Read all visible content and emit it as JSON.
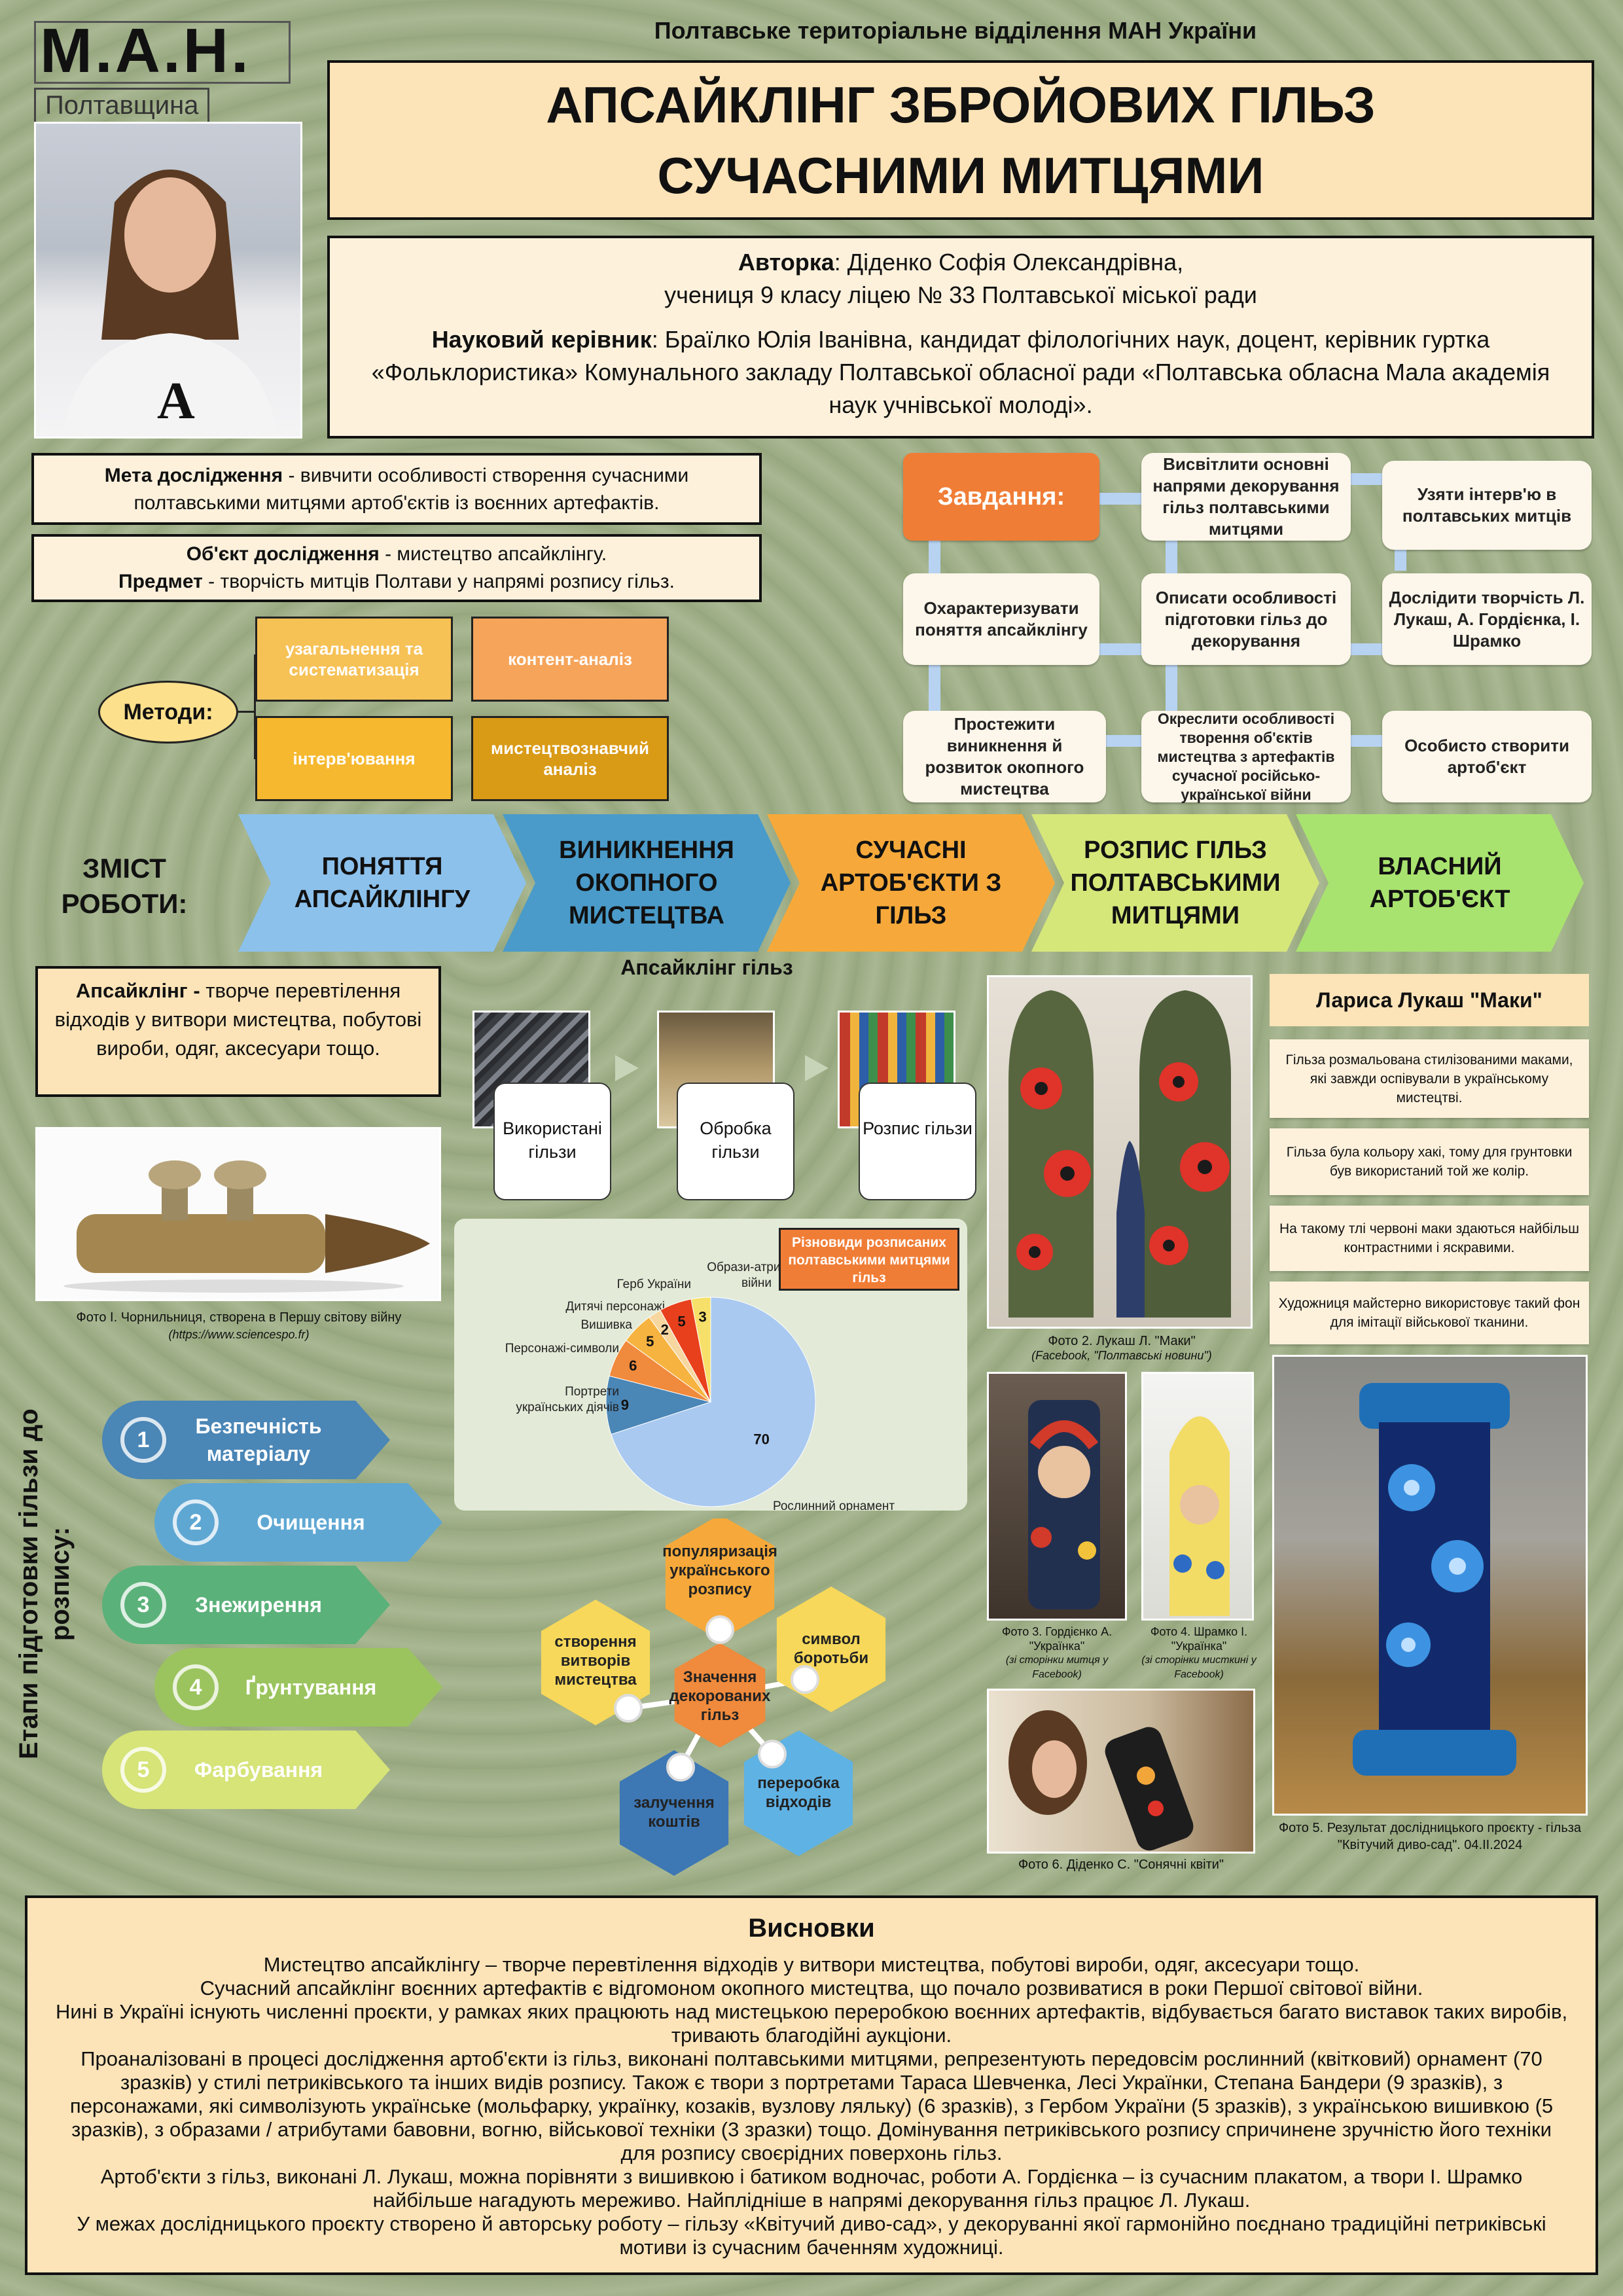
{
  "header": {
    "org": "Полтавське територіальне відділення МАН України",
    "logo_text": "М.А.Н.",
    "logo_sub": "Полтавщина",
    "title_line1": "АПСАЙКЛІНГ ЗБРОЙОВИХ ГІЛЬЗ",
    "title_line2": "СУЧАСНИМИ МИТЦЯМИ"
  },
  "author": {
    "label": "Авторка",
    "name": ": Діденко Софія Олександрівна,",
    "school": "учениця 9 класу ліцею № 33 Полтавської міської ради",
    "supervisor_label": "Науковий керівник",
    "supervisor": ": Браїлко Юлія Іванівна, кандидат філологічних наук, доцент, керівник гуртка «Фольклористика» Комунального закладу Полтавської обласної ради «Полтавська обласна Мала академія наук учнівської молоді»."
  },
  "goal": {
    "label": "Мета дослідження",
    "text": " - вивчити особливості  створення сучасними полтавськими митцями артоб'єктів із воєнних артефактів."
  },
  "object": {
    "label": "Об'єкт дослідження",
    "text": " - мистецтво апсайклінгу.",
    "subject_label": "Предмет",
    "subject_text": " -  творчість митців Полтави у напрямі розпису гільз."
  },
  "methods": {
    "label": "Методи:",
    "items": [
      "узагальнення та систематизація",
      "контент-аналіз",
      "інтерв'ювання",
      "мистецтвознавчий аналіз"
    ]
  },
  "tasks": {
    "label": "Завдання:",
    "items": [
      "Висвітлити основні напрями декорування гільз полтавськими митцями",
      "Узяти інтерв'ю в полтавських митців",
      "Охарактеризувати поняття апсайклінгу",
      "Описати особливості підготовки гільз до декорування",
      "Дослідити творчість Л. Лукаш, А. Гордієнка, І. Шрамко",
      "Простежити виникнення й розвиток окопного мистецтва",
      "Окреслити особливості творення об'єктів мистецтва з артефактів сучасної російсько-української війни",
      "Особисто створити артоб'єкт"
    ]
  },
  "content": {
    "label": "ЗМІСТ РОБОТИ:",
    "items": [
      "ПОНЯТТЯ АПСАЙКЛІНГУ",
      "ВИНИКНЕННЯ ОКОПНОГО МИСТЕЦТВА",
      "СУЧАСНІ АРТОБ'ЄКТИ З ГІЛЬЗ",
      "РОЗПИС ГІЛЬЗ ПОЛТАВСЬКИМИ МИТЦЯМИ",
      "ВЛАСНИЙ АРТОБ'ЄКТ"
    ],
    "colors": [
      "#8cc1ec",
      "#4a9bc9",
      "#f6a93a",
      "#d6e77a",
      "#a9e36f"
    ]
  },
  "definition": {
    "label": "Апсайклінг -",
    "text": " творче перевтілення відходів у витвори мистецтва, побутові вироби, одяг, аксесуари тощо."
  },
  "process": {
    "title": "Апсайклінг гільз",
    "steps": [
      "Використані гільзи",
      "Обробка гільзи",
      "Розпис гільзи"
    ]
  },
  "photo1": {
    "caption": "Фото І. Чорнильниця, створена в Першу світову війну",
    "source": "(https://www.sciencespo.fr)"
  },
  "stages": {
    "label": "Етапи підготовки гільзи до розпису:",
    "items": [
      {
        "num": "1",
        "label": "Безпечність матеріалу",
        "color": "#4a86b6"
      },
      {
        "num": "2",
        "label": "Очищення",
        "color": "#5fa7d3"
      },
      {
        "num": "3",
        "label": "Знежирення",
        "color": "#5bb17a"
      },
      {
        "num": "4",
        "label": "Ґрунтування",
        "color": "#9bc45e"
      },
      {
        "num": "5",
        "label": "Фарбування",
        "color": "#d6e478"
      }
    ]
  },
  "chart_data": {
    "type": "pie",
    "title": "Різновиди розписаних полтавськими митцями гільз",
    "slices": [
      {
        "label": "Рослинний орнамент",
        "value": 70,
        "color": "#a9c9f0"
      },
      {
        "label": "Портрети українських діячів",
        "value": 9,
        "color": "#4a86b6"
      },
      {
        "label": "Персонажі-символи",
        "value": 6,
        "color": "#f08a3c"
      },
      {
        "label": "Вишивка",
        "value": 5,
        "color": "#f6b340"
      },
      {
        "label": "Дитячі персонажі",
        "value": 2,
        "color": "#f6d7a0"
      },
      {
        "label": "Герб України",
        "value": 5,
        "color": "#e8401c"
      },
      {
        "label": "Образи-атрибути війни",
        "value": 3,
        "color": "#f7e06a"
      }
    ]
  },
  "values_diagram": {
    "center": "Значення декорованих гільз",
    "items": [
      "популяризація українського розпису",
      "символ боротьби",
      "переробка відходів",
      "залучення коштів",
      "створення витворів мистецтва"
    ]
  },
  "lukash": {
    "title": "Лариса Лукаш \"Маки\"",
    "notes": [
      "Гільза розмальована стилізованими маками, які завжди оспівували в українському мистецтві.",
      "Гільза була кольору хакі, тому для грунтовки був використаний той же колір.",
      "На такому тлі червоні маки здаються найбільш контрастними і яскравими.",
      "Художниця майстерно використовує такий фон для імітації військової тканини."
    ]
  },
  "photos": {
    "p2": "Фото 2.  Лукаш Л. \"Маки\"",
    "p2src": "(Facebook, \"Полтавські новини\")",
    "p3": "Фото 3. Гордієнко А. \"Українка\"",
    "p3src": "(зі сторінки митця у Facebook)",
    "p4": "Фото 4.  Шрамко І. \"Українка\"",
    "p4src": "(зі сторінки мисткині у Facebook)",
    "p5": "Фото 5. Результат дослідницького проєкту - гільза \"Квітучий диво-сад\". 04.ІІ.2024",
    "p6": "Фото 6. Діденко С. \"Сонячні квіти\""
  },
  "conclusions": {
    "title": "Висновки",
    "paragraphs": [
      "Мистецтво апсайклінгу – творче перевтілення відходів у витвори мистецтва, побутові вироби, одяг, аксесуари тощо.",
      "Сучасний апсайклінг воєнних артефактів є відгомоном окопного мистецтва, що почало розвиватися в роки Першої світової війни.",
      "Нині в Україні існують численні проєкти, у рамках яких працюють над мистецькою переробкою воєнних артефактів, відбувається багато виставок таких виробів, тривають благодійні аукціони.",
      "Проаналізовані в процесі дослідження артоб'єкти із гільз, виконані полтавськими митцями, репрезентують передовсім рослинний (квітковий) орнамент (70 зразків) у стилі петриківського та інших видів розпису. Також є твори з портретами Тараса Шевченка, Лесі Українки, Степана Бандери (9 зразків), з персонажами, які символізують українське (мольфарку, українку, козаків, вузлову ляльку) (6 зразків), з Гербом України (5 зразків), з українською вишивкою (5 зразків), з образами / атрибутами бавовни, вогню, військової техніки (3 зразки) тощо. Домінування петриківського розпису спричинене зручністю його техніки для розпису своєрідних поверхонь гільз.",
      "Артоб'єкти з гільз, виконані Л. Лукаш, можна порівняти з вишивкою і батиком водночас, роботи А. Гордієнка – із сучасним плакатом, а твори І. Шрамко найбільше нагадують мереживо. Найплідніше в напрямі декорування гільз працює Л. Лукаш.",
      "У межах дослідницького проєкту створено й авторську роботу – гільзу «Квітучий диво-сад», у декоруванні якої гармонійно поєднано традиційні петриківські мотиви із сучасним баченням художниці."
    ]
  }
}
